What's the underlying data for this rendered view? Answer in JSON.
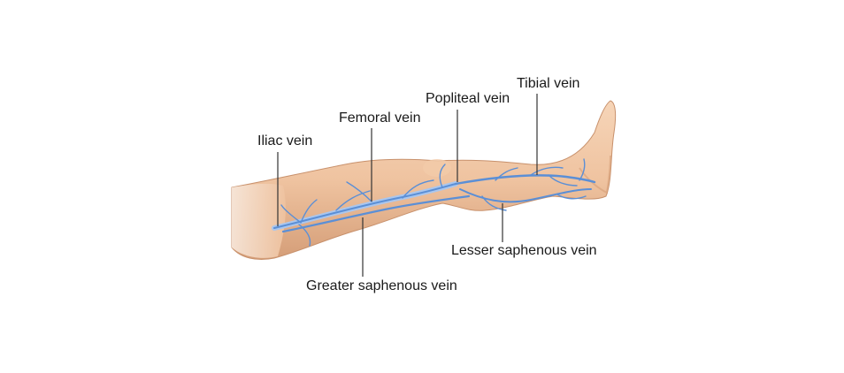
{
  "labels": {
    "iliac": "Iliac vein",
    "femoral": "Femoral vein",
    "popliteal": "Popliteal vein",
    "tibial": "Tibial vein",
    "lesser_saphenous": "Lesser saphenous vein",
    "greater_saphenous": "Greater saphenous vein"
  },
  "colors": {
    "skin": "#efc3a0",
    "skin_shadow": "#d9a27c",
    "vein": "#5b8fd6",
    "vein_light": "#a9c6ee",
    "leader_line": "#333333",
    "text": "#1a1a1a"
  }
}
